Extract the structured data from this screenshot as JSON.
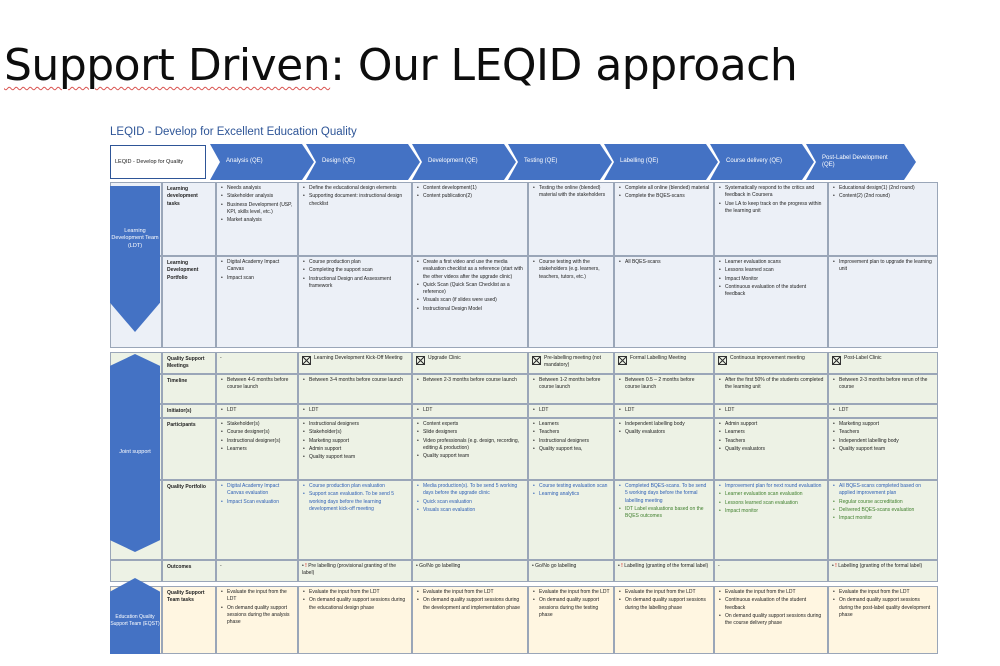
{
  "slide": {
    "title_part1": "Support Driven",
    "title_part2": ": Our LEQID approach"
  },
  "document": {
    "subtitle": "LEQID - Develop for Excellent Education Quality",
    "header_label": "LEQID - Develop for Quality",
    "phases": [
      "Analysis (QE)",
      "Design (QE)",
      "Development (QE)",
      "Testing (QE)",
      "Labelling (QE)",
      "Course delivery (QE)",
      "Post-Label Development (QE)"
    ],
    "teams": {
      "ldt": "Learning Development Team (LDT)",
      "joint": "Joint support",
      "qst": "Education Quality Support Team (EQST)"
    },
    "rows": {
      "learning_tasks": {
        "label": "Learning development tasks",
        "cells": [
          [
            "Needs analysis",
            "Stakeholder analysis",
            "Business Development (USP, KPI, skills level, etc.)",
            "Market analysis"
          ],
          [
            "Define the educational design elements",
            "Supporting document: instructional design checklist"
          ],
          [
            "Content development(1)",
            "Content publication(2)"
          ],
          [
            "Testing the online (blended) material with the stakeholders"
          ],
          [
            "Complete all online (blended) material",
            "Complete the BQES-scans"
          ],
          [
            "Systematically respond to the critics and feedback in Coursera",
            "Use LA to keep track on the progress within the learning unit"
          ],
          [
            "Educational design(1) (2nd round)",
            "Content(2) (2nd round)"
          ]
        ]
      },
      "learning_portfolio": {
        "label": "Learning Development Portfolio",
        "cells": [
          [
            "Digital Academy Impact Canvas",
            "Impact scan"
          ],
          [
            "Course production plan",
            "Completing the support scan",
            "Instructional Design and Assessment framework"
          ],
          [
            "Create a first video and use the media evaluation checklist as a reference (start with the other videos after the upgrade clinic)",
            "Quick Scan (Quick Scan Checklist as a reference)",
            "Visuals scan (if slides were used)",
            "Instructional Design Model"
          ],
          [
            "Course testing with the stakeholders (e.g. learners, teachers, tutors, etc.)"
          ],
          [
            "All BQES-scans"
          ],
          [
            "Learner evaluation scans",
            "Lessons learned scan",
            "Impact Monitor",
            "Continuous evaluation of the student feedback"
          ],
          [
            "Improvement plan to upgrade the learning unit"
          ]
        ]
      },
      "qs_meetings": {
        "label": "Quality Support Meetings",
        "cells": [
          "-",
          "Learning Development Kick-Off Meeting",
          "Upgrade Clinic",
          "Pre-labelling meeting (not mandatory)",
          "Formal Labelling Meeting",
          "Continuous improvement meeting",
          "Post-Label Clinic"
        ]
      },
      "timeline": {
        "label": "Timeline",
        "cells": [
          [
            "Between 4-6 months before course launch"
          ],
          [
            "Between 3-4 months before course launch"
          ],
          [
            "Between 2-3 months before course launch"
          ],
          [
            "Between 1-2 months before course launch"
          ],
          [
            "Between 0.5 – 2 months before course launch"
          ],
          [
            "After the first 50% of the students completed the learning unit"
          ],
          [
            "Between 2-3 months before rerun of the course"
          ]
        ]
      },
      "initiators": {
        "label": "Initiator(s)",
        "cells": [
          [
            "LDT"
          ],
          [
            "LDT"
          ],
          [
            "LDT"
          ],
          [
            "LDT"
          ],
          [
            "LDT"
          ],
          [
            "LDT"
          ],
          [
            "LDT"
          ]
        ]
      },
      "participants": {
        "label": "Participants",
        "cells": [
          [
            "Stakeholder(s)",
            "Course designer(s)",
            "Instructional designer(s)",
            "Learners"
          ],
          [
            "Instructional designers",
            "Stakeholder(s)",
            "Marketing support",
            "Admin support",
            "Quality support team"
          ],
          [
            "Content experts",
            "Slide designers",
            "Video professionals (e.g. design, recording, editing & production)",
            "Quality support team"
          ],
          [
            "Learners",
            "Teachers",
            "Instructional designers",
            "Quality support tea,"
          ],
          [
            "Independent labelling body",
            "Quality evaluators"
          ],
          [
            "Admin support",
            "Learners",
            "Teachers",
            "Quality evaluators"
          ],
          [
            "Marketing support",
            "Teachers",
            "Independent labelling body",
            "Quality support team"
          ]
        ]
      },
      "quality_portfolio": {
        "label": "Quality Portfolio",
        "cells": [
          [
            "Digital Academy Impact Canvas evaluation",
            "Impact Scan evaluation"
          ],
          [
            "Course production plan evaluation",
            "Support scan evaluation. To be send 5 working days before the learning development kick-off meeting"
          ],
          [
            "Media production(s). To be send 5 working days before the upgrade clinic",
            "Quick scan evaluation",
            "Visuals scan evaluation"
          ],
          [
            "Course testing evaluation scan",
            "Learning analytics"
          ],
          [
            "Completed BQES-scans. To be send 5 working days before the formal labelling meeting",
            "IDT Label evaluations based on the BQES outcomes"
          ],
          [
            "Improvement plan for next round evaluation",
            "Learner evaluation scan evaluation",
            "Lessons learned scan evaluation",
            "Impact monitor"
          ],
          [
            "All BQES-scans completed based on applied improvement plan",
            "Regular course accreditation",
            "Delivered BQES-scans evaluation",
            "Impact monitor"
          ]
        ]
      },
      "outcomes": {
        "label": "Outcomes",
        "cells": [
          "-",
          "Pre labelling (provisional granting of the label)",
          "Go/No go labelling",
          "Go/No go labelling",
          "Labelling (granting of the formal label)",
          "-",
          "Labelling (granting of the formal label)"
        ]
      },
      "qst_tasks": {
        "label": "Quality Support Team tasks",
        "cells": [
          [
            "Evaluate the input from the LDT",
            "On demand quality support sessions during the analysis phase"
          ],
          [
            "Evaluate the input from the LDT",
            "On demand quality support sessions during the educational design phase"
          ],
          [
            "Evaluate the input from the LDT",
            "On demand quality support sessions during the development and implementation phase"
          ],
          [
            "Evaluate the input from the LDT",
            "On demand quality support sessions during the testing phase"
          ],
          [
            "Evaluate the input from the LDT",
            "On demand quality support sessions during the labelling phase"
          ],
          [
            "Evaluate the input from the LDT",
            "Continuous evaluation of the student feedback",
            "On demand quality support sessions during the course delivery phase"
          ],
          [
            "Evaluate the input from the LDT",
            "On demand quality support sessions during the post-label quality development phase"
          ]
        ]
      }
    },
    "colors": {
      "accent_blue": "#4472c4",
      "link_blue": "#2e5fb5",
      "green_text": "#3f7f2c",
      "flag_red": "#d9342b"
    }
  }
}
